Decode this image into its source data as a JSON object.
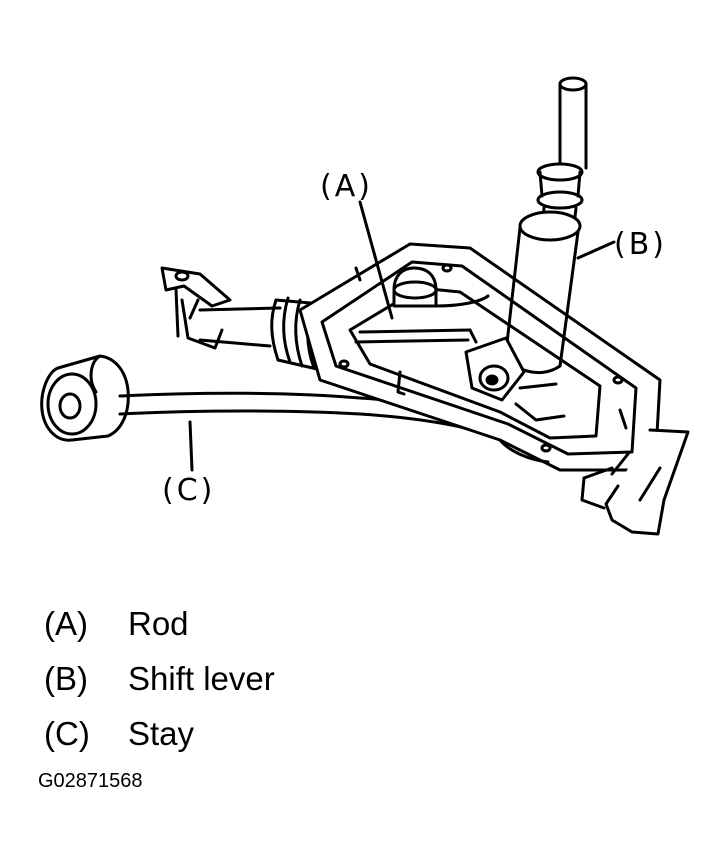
{
  "diagram": {
    "callouts": [
      {
        "id": "A",
        "label": "(A)"
      },
      {
        "id": "B",
        "label": "(B)"
      },
      {
        "id": "C",
        "label": "(C)"
      }
    ]
  },
  "legend": [
    {
      "key": "(A)",
      "text": "Rod"
    },
    {
      "key": "(B)",
      "text": "Shift lever"
    },
    {
      "key": "(C)",
      "text": "Stay"
    }
  ],
  "figure_id": "G02871568"
}
